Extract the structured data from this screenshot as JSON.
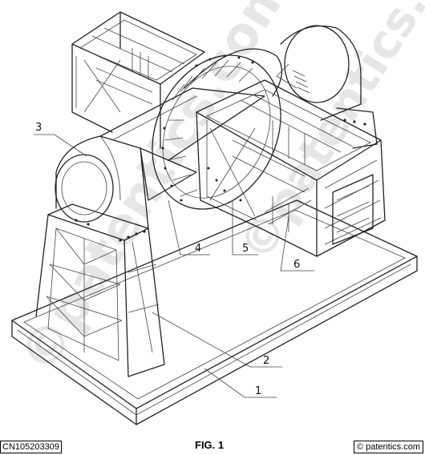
{
  "figure": {
    "caption": "FIG. 1",
    "patent_number": "CN105203309",
    "source_label": "© patentics.com"
  },
  "reference_numerals": {
    "n1": "1",
    "n2": "2",
    "n3": "3",
    "n4": "4",
    "n5": "5",
    "n6": "6"
  },
  "watermark_text": "©patentics.com"
}
